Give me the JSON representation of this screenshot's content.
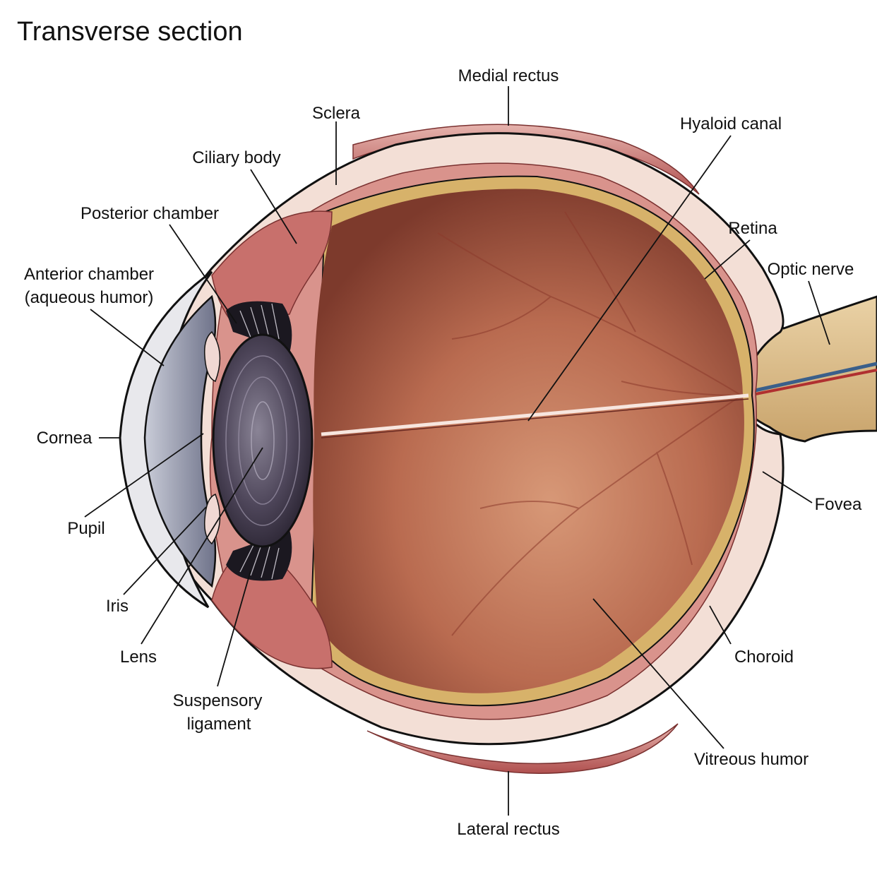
{
  "title": "Transverse section",
  "colors": {
    "sclera": "#f3dfd6",
    "muscle": "#b8585a",
    "vitreous": "#b86a4f",
    "lens": "#5a5266",
    "cornea": "#9aa0b4",
    "retina": "#d7b26a",
    "optic_nerve": "#d8b683",
    "outline": "#111111"
  },
  "labels": {
    "medial_rectus": "Medial rectus",
    "sclera": "Sclera",
    "hyaloid_canal": "Hyaloid canal",
    "ciliary_body": "Ciliary body",
    "posterior_chamber": "Posterior chamber",
    "retina": "Retina",
    "anterior_chamber_1": "Anterior chamber",
    "anterior_chamber_2": "(aqueous humor)",
    "optic_nerve": "Optic nerve",
    "cornea": "Cornea",
    "fovea": "Fovea",
    "pupil": "Pupil",
    "iris": "Iris",
    "lens": "Lens",
    "choroid": "Choroid",
    "suspensory_1": "Suspensory",
    "suspensory_2": "ligament",
    "vitreous_humor": "Vitreous humor",
    "lateral_rectus": "Lateral rectus"
  }
}
